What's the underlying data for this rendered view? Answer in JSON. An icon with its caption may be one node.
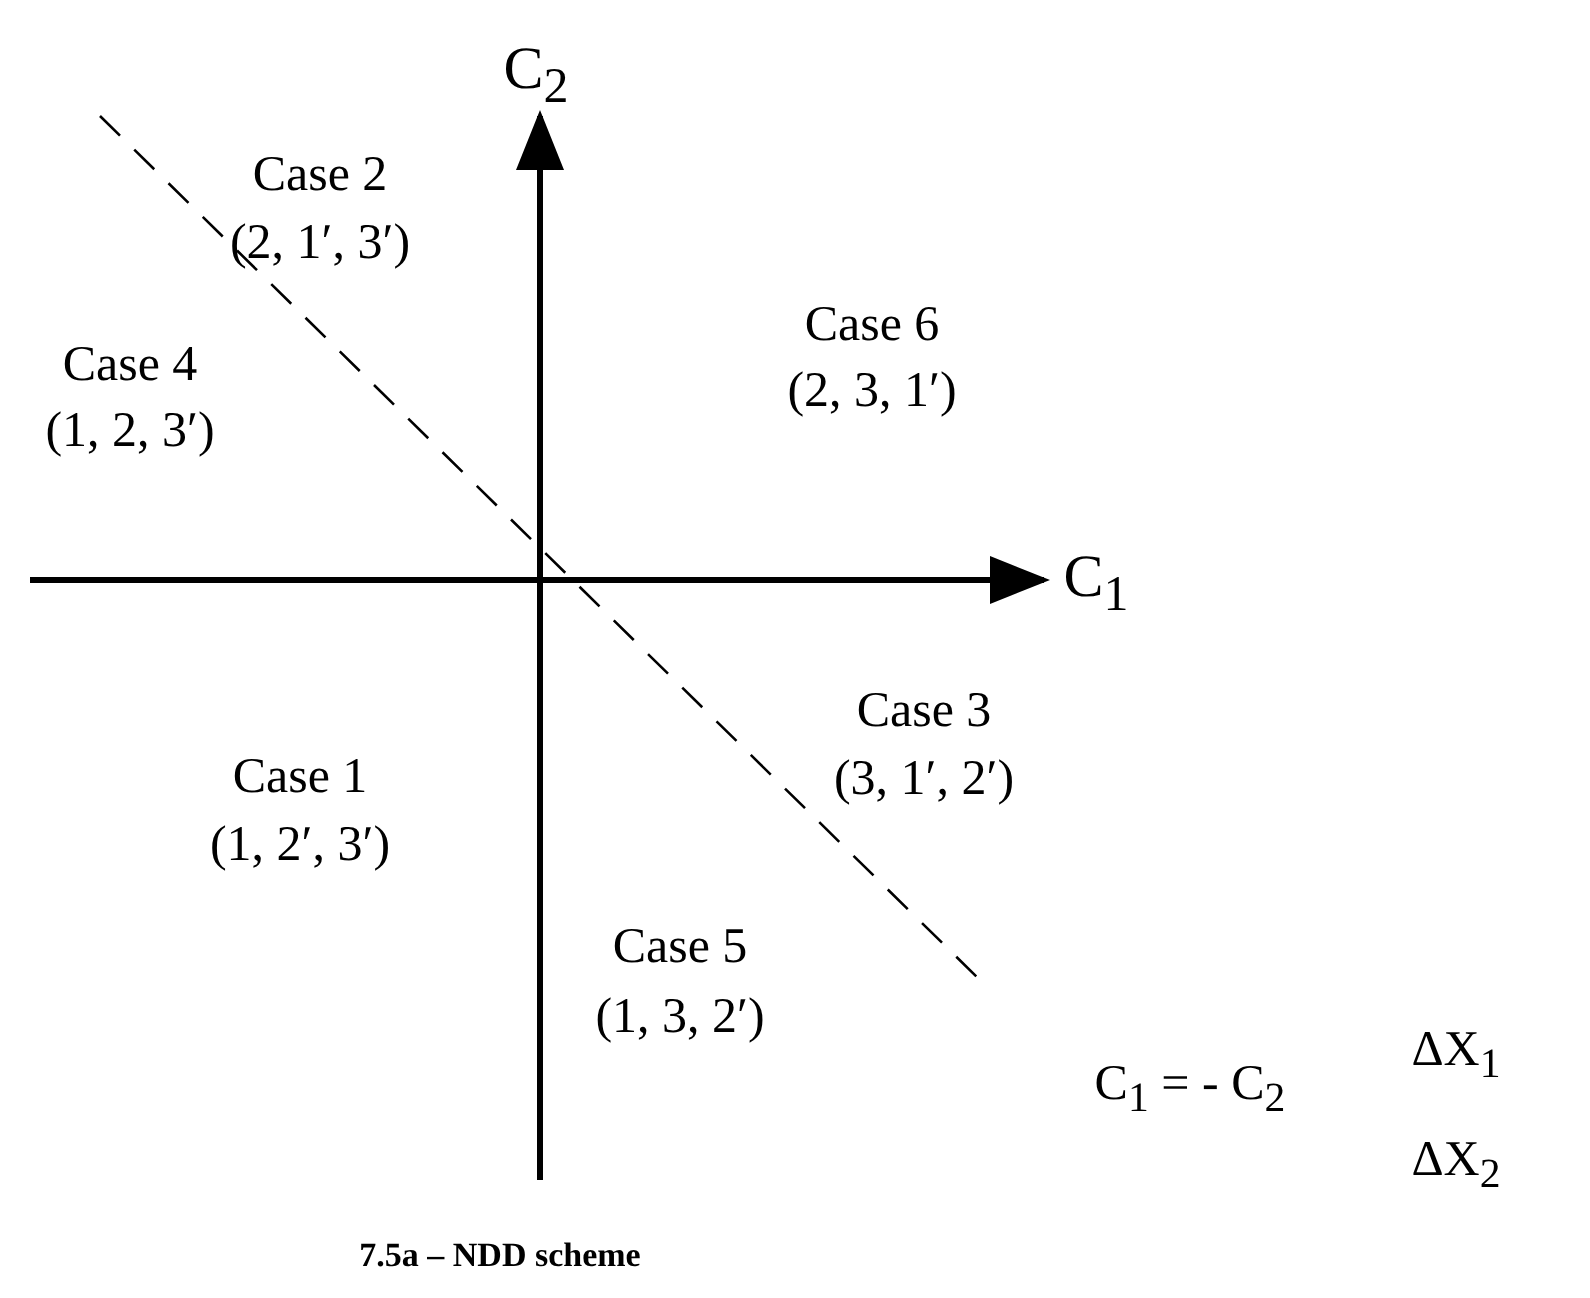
{
  "diagram": {
    "caption": "7.5a – NDD scheme",
    "labels": [
      "C$_{2}$",
      "Case 2",
      "(2, 1′, 3′)",
      "Case 6",
      "(2, 3, 1′)",
      "Case 4",
      "(1, 2, 3′)",
      "C$_{1}$",
      "Case 3",
      "(3, 1′, 2′)",
      "Case 1",
      "(1, 2′, 3′)",
      "Case 5",
      "(1, 3, 2′)",
      "C$_{1}$ =  - C$_{2}$",
      "ΔX$_{1}$",
      "ΔX$_{2}$"
    ]
  }
}
